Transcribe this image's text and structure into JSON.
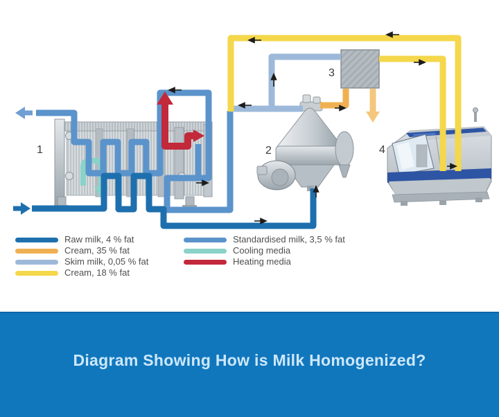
{
  "diagram": {
    "title_labels": {
      "heat_exchanger": "1",
      "separator": "2",
      "standardisation_unit": "3",
      "homogenizer": "4"
    }
  },
  "legend": {
    "left": [
      {
        "label": "Raw milk, 4 % fat",
        "color": "#1e6fae"
      },
      {
        "label": "Cream, 35 % fat",
        "color": "#f0b052"
      },
      {
        "label": "Skim milk, 0,05 % fat",
        "color": "#9db9da"
      },
      {
        "label": "Cream, 18 % fat",
        "color": "#f4d74b"
      }
    ],
    "right": [
      {
        "label": "Standardised milk, 3,5 % fat",
        "color": "#5b93cb"
      },
      {
        "label": "Cooling media",
        "color": "#8bd2c9"
      },
      {
        "label": "Heating media",
        "color": "#c2293a"
      }
    ]
  },
  "banner": {
    "title": "Diagram Showing How is Milk Homogenized?",
    "background": "#1177bd",
    "text_color": "#cde8fa"
  }
}
